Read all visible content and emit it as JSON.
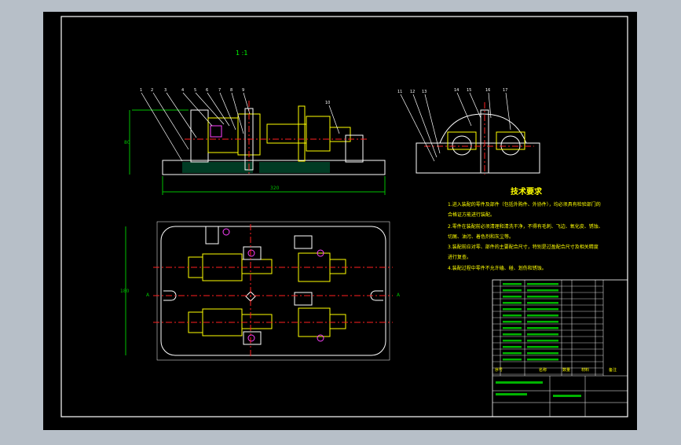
{
  "drawing": {
    "view_title": "1  :1",
    "dim_height": "80",
    "dim_length": "320",
    "dim_plan_height": "180",
    "section_mark": "A",
    "callouts_front": [
      "1",
      "2",
      "3",
      "4",
      "5",
      "6",
      "7",
      "8",
      "9",
      "10"
    ],
    "callouts_side": [
      "11",
      "12",
      "13",
      "14",
      "15",
      "16",
      "17"
    ]
  },
  "tech_requirements": {
    "title": "技术要求",
    "items": [
      "1.进入装配的零件及部件（包括外购件、外协件），均必须具有检验部门的",
      "合格证方能进行装配。",
      "2.零件在装配前必须清理和清洗干净，不得有毛刺、飞边、氧化皮、锈蚀、",
      "切屑、油污、着色剂和灰尘等。",
      "3.装配前应对零、部件的主要配合尺寸，特别是过盈配合尺寸及相关精度",
      "进行复查。",
      "4.装配过程中零件不允许磕、碰、划伤和锈蚀。"
    ]
  },
  "title_block": {
    "col_seq": "序号",
    "col_name": "名称",
    "col_qty": "数量",
    "col_material": "材料",
    "col_note": "备注"
  },
  "colors": {
    "frame": "#ffffff",
    "outline": "#ffffff",
    "dimension": "#00c000",
    "centerline": "#ff2020",
    "parts": "#ffff00",
    "accent": "#ff40ff",
    "text": "#ffff00"
  }
}
